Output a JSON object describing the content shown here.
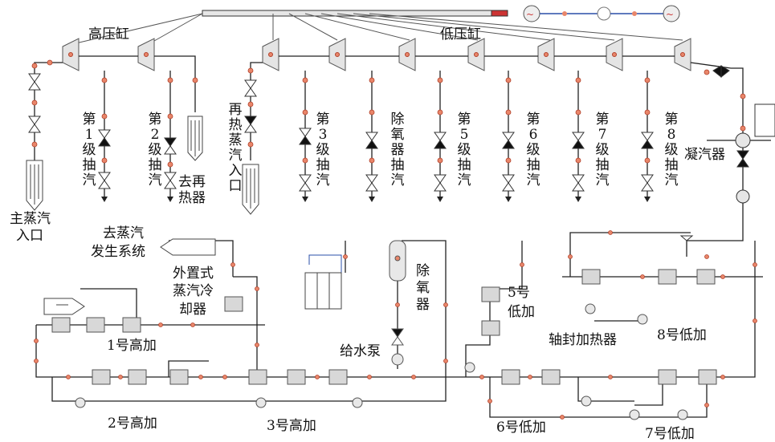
{
  "labels": {
    "hp_cylinder": "高压缸",
    "lp_cylinder": "低压缸",
    "main_steam_inlet_1": "主蒸汽",
    "main_steam_inlet_2": "入口",
    "ext1": "第1级抽汽",
    "ext2": "第2级抽汽",
    "to_reheater": "去再热器",
    "reheat_inlet": "再热蒸汽入口",
    "ext3": "第3级抽汽",
    "deaerator_ext": "除氧器抽汽",
    "ext5": "第5级抽汽",
    "ext6": "第6级抽汽",
    "ext7": "第7级抽汽",
    "ext8": "第8级抽汽",
    "condenser": "凝汽器",
    "to_sg_1": "去蒸汽",
    "to_sg_2": "发生系统",
    "ext_cooler_1": "外置式",
    "ext_cooler_2": "蒸汽冷",
    "ext_cooler_3": "却器",
    "deaerator_1": "除",
    "deaerator_2": "氧",
    "deaerator_3": "器",
    "lp5_1": "5号",
    "lp5_2": "低加",
    "hp1": "1号高加",
    "hp2": "2号高加",
    "hp3": "3号高加",
    "feed_pump": "给水泵",
    "gland_heater": "轴封加热器",
    "lp8": "8号低加",
    "lp6": "6号低加",
    "lp7": "7号低加"
  },
  "colors": {
    "line": "#222222",
    "node_fill": "#e9866a",
    "node_stroke": "#b0402a",
    "equipment_fill": "#d8d8d8",
    "valve_dark": "#111111",
    "blue_line": "#2a4fa8"
  }
}
